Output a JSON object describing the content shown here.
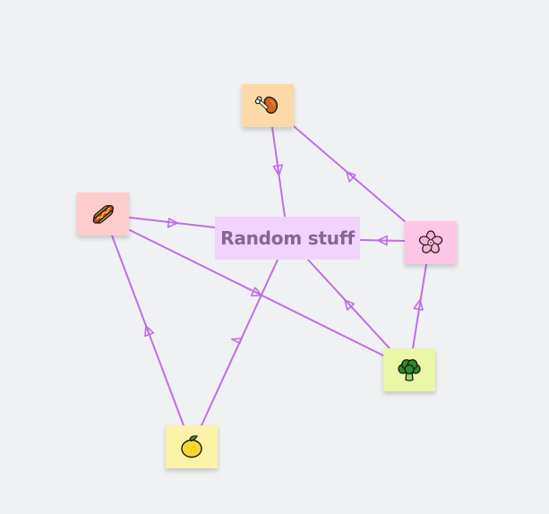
{
  "diagram": {
    "center_label": "Random stuff",
    "edge_color": "#c06ee6",
    "nodes": [
      {
        "id": "chicken",
        "icon": "poultry-leg-icon",
        "color": "#fcd9a7"
      },
      {
        "id": "hotdog",
        "icon": "hot-dog-icon",
        "color": "#fdcccc"
      },
      {
        "id": "blossom",
        "icon": "cherry-blossom-icon",
        "color": "#fdc6e6"
      },
      {
        "id": "broccoli",
        "icon": "broccoli-icon",
        "color": "#e9f7a6"
      },
      {
        "id": "lemon",
        "icon": "lemon-icon",
        "color": "#fdf3a6"
      }
    ],
    "edges": [
      {
        "from": "chicken",
        "to": "random-stuff"
      },
      {
        "from": "hotdog",
        "to": "random-stuff"
      },
      {
        "from": "blossom",
        "to": "random-stuff"
      },
      {
        "from": "blossom",
        "to": "chicken"
      },
      {
        "from": "hotdog",
        "to": "broccoli"
      },
      {
        "from": "broccoli",
        "to": "random-stuff"
      },
      {
        "from": "broccoli",
        "to": "blossom"
      },
      {
        "from": "lemon",
        "to": "hotdog"
      },
      {
        "from": "lemon",
        "to": "random-stuff"
      }
    ]
  }
}
